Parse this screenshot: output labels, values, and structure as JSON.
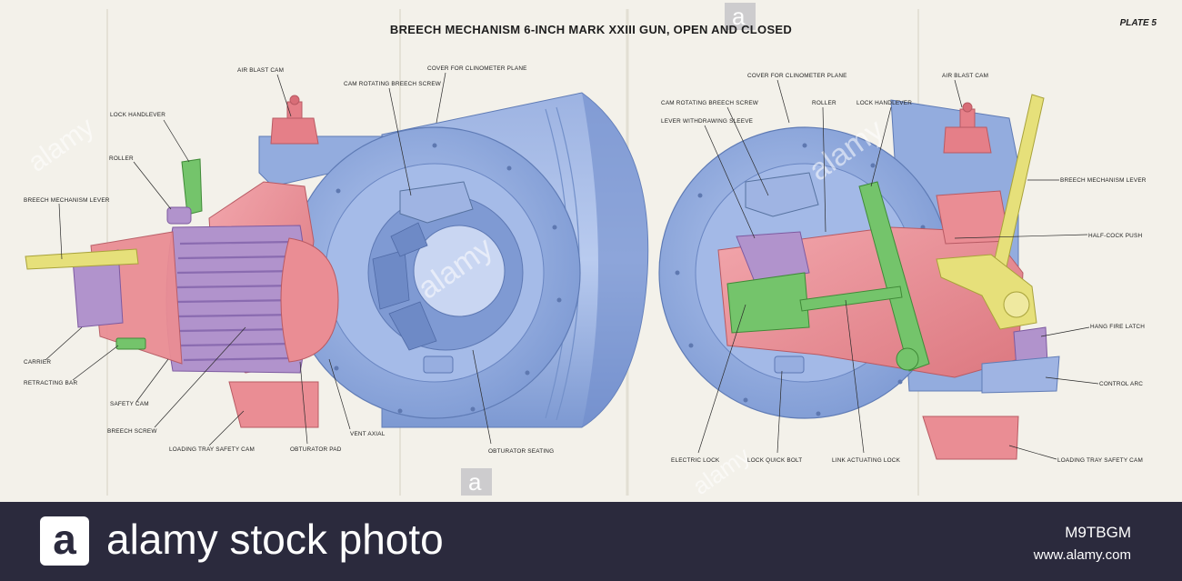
{
  "plate": {
    "title": "BREECH MECHANISM 6-INCH MARK XXIII GUN, OPEN AND CLOSED",
    "plate_number": "PLATE 5"
  },
  "colors": {
    "paper": "#f3f1ea",
    "blue_body": "#8fa9dc",
    "pink_parts": "#ea8d94",
    "purple_parts": "#b193cc",
    "green_parts": "#74c46b",
    "yellow_parts": "#e6e07a"
  },
  "labels_left": {
    "air_blast_cam": "AIR BLAST CAM",
    "cam_rotating_breech_screw": "CAM ROTATING BREECH SCREW",
    "cover_for_clinometer_plane": "COVER FOR CLINOMETER PLANE",
    "lock_handlever": "LOCK HANDLEVER",
    "roller": "ROLLER",
    "breech_mechanism_lever": "BREECH MECHANISM LEVER",
    "carrier": "CARRIER",
    "retracting_bar": "RETRACTING BAR",
    "safety_cam": "SAFETY CAM",
    "breech_screw": "BREECH SCREW",
    "loading_tray_safety_cam": "LOADING TRAY SAFETY CAM",
    "obturator_pad": "OBTURATOR PAD",
    "vent_axial": "VENT AXIAL",
    "obturator_seating": "OBTURATOR SEATING"
  },
  "labels_right": {
    "cover_for_clinometer_plane": "COVER FOR CLINOMETER PLANE",
    "air_blast_cam": "AIR BLAST CAM",
    "cam_rotating_breech_screw": "CAM ROTATING BREECH SCREW",
    "roller": "ROLLER",
    "lock_handlever": "LOCK HANDLEVER",
    "lever_withdrawing_sleeve": "LEVER WITHDRAWING SLEEVE",
    "breech_mechanism_lever": "BREECH MECHANISM LEVER",
    "half_cock_push": "HALF-COCK PUSH",
    "hang_fire_latch": "HANG FIRE LATCH",
    "control_arc": "CONTROL ARC",
    "loading_tray_safety_cam": "LOADING TRAY SAFETY CAM",
    "electric_lock": "ELECTRIC LOCK",
    "lock_quick_bolt": "LOCK QUICK BOLT",
    "link_actuating_lock": "LINK ACTUATING LOCK"
  },
  "watermark": {
    "letter": "a",
    "word": "alamy"
  },
  "footer": {
    "logo_letter": "a",
    "brand": "alamy stock photo",
    "image_id": "M9TBGM",
    "site": "www.alamy.com"
  }
}
